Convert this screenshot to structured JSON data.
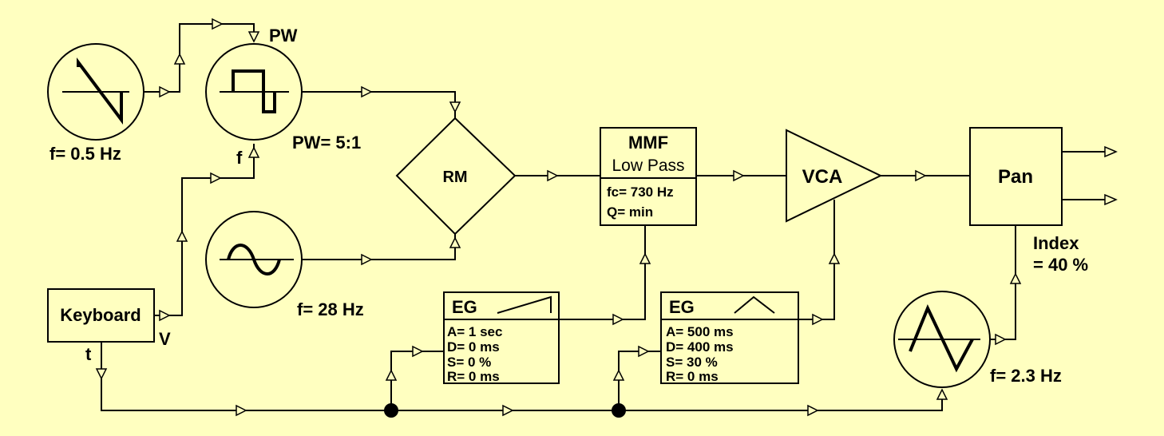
{
  "modules": {
    "lfo1": {
      "label": "f= 0.5 Hz"
    },
    "pulse": {
      "pw_input": "PW",
      "f_input": "f",
      "pw_value": "PW=  5:1"
    },
    "sine": {
      "label": "f= 28 Hz"
    },
    "ring_mod": {
      "label": "RM"
    },
    "mmf": {
      "title": "MMF",
      "mode": "Low Pass",
      "fc": "fc= 730 Hz",
      "q": "Q= min"
    },
    "vca": {
      "label": "VCA"
    },
    "pan": {
      "label": "Pan",
      "index_label": "Index",
      "index_value": "= 40 %"
    },
    "lfo2": {
      "label": "f= 2.3 Hz"
    },
    "keyboard": {
      "label": "Keyboard",
      "v_output": "V",
      "t_output": "t"
    },
    "eg1": {
      "title": "EG",
      "a": "A= 1 sec",
      "d": "D= 0 ms",
      "s": "S= 0 %",
      "r": "R= 0 ms"
    },
    "eg2": {
      "title": "EG",
      "a": "A= 500 ms",
      "d": "D= 400 ms",
      "s": "S= 30 %",
      "r": "R= 0 ms"
    }
  },
  "colors": {
    "background": "#FFFFC0",
    "line": "#000000"
  }
}
